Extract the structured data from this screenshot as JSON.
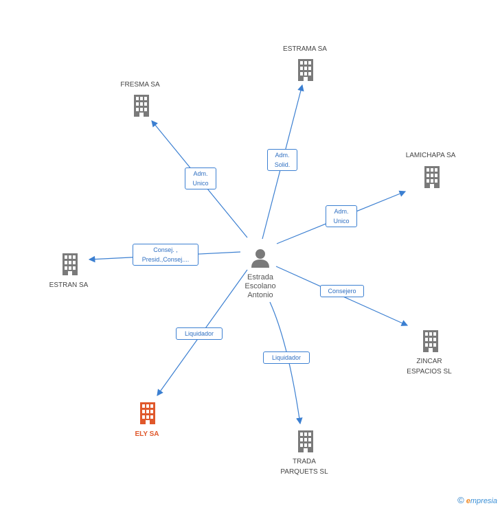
{
  "person": {
    "name_line1": "Estrada",
    "name_line2": "Escolano",
    "name_line3": "Antonio",
    "icon": "person-icon"
  },
  "companies": {
    "estrama": {
      "line1": "ESTRAMA SA",
      "line2": "",
      "icon": "building-icon"
    },
    "fresma": {
      "line1": "FRESMA SA",
      "line2": "",
      "icon": "building-icon"
    },
    "lamichapa": {
      "line1": "LAMICHAPA SA",
      "line2": "",
      "icon": "building-icon"
    },
    "estran": {
      "line1": "ESTRAN SA",
      "line2": "",
      "icon": "building-icon"
    },
    "zincar": {
      "line1": "ZINCAR",
      "line2": "ESPACIOS SL",
      "icon": "building-icon"
    },
    "ely": {
      "line1": "ELY SA",
      "line2": "",
      "icon": "building-icon",
      "highlight": true
    },
    "trada": {
      "line1": "TRADA",
      "line2": "PARQUETS SL",
      "icon": "building-icon"
    }
  },
  "relations": {
    "estrama": {
      "line1": "Adm.",
      "line2": "Solid."
    },
    "fresma": {
      "line1": "Adm.",
      "line2": "Unico"
    },
    "lamichapa": {
      "line1": "Adm.",
      "line2": "Unico"
    },
    "estran": {
      "line1": "Consej. ,",
      "line2": "Presid.,Consej...."
    },
    "zincar": {
      "line1": "Consejero",
      "line2": ""
    },
    "ely": {
      "line1": "Liquidador",
      "line2": ""
    },
    "trada": {
      "line1": "Liquidador",
      "line2": ""
    }
  },
  "colors": {
    "edge": "#3b7fd1",
    "building": "#7a7a7a",
    "highlight": "#e0582b"
  },
  "footer": {
    "copyright": "©",
    "brand_initial": "e",
    "brand_rest": "mpresia"
  }
}
